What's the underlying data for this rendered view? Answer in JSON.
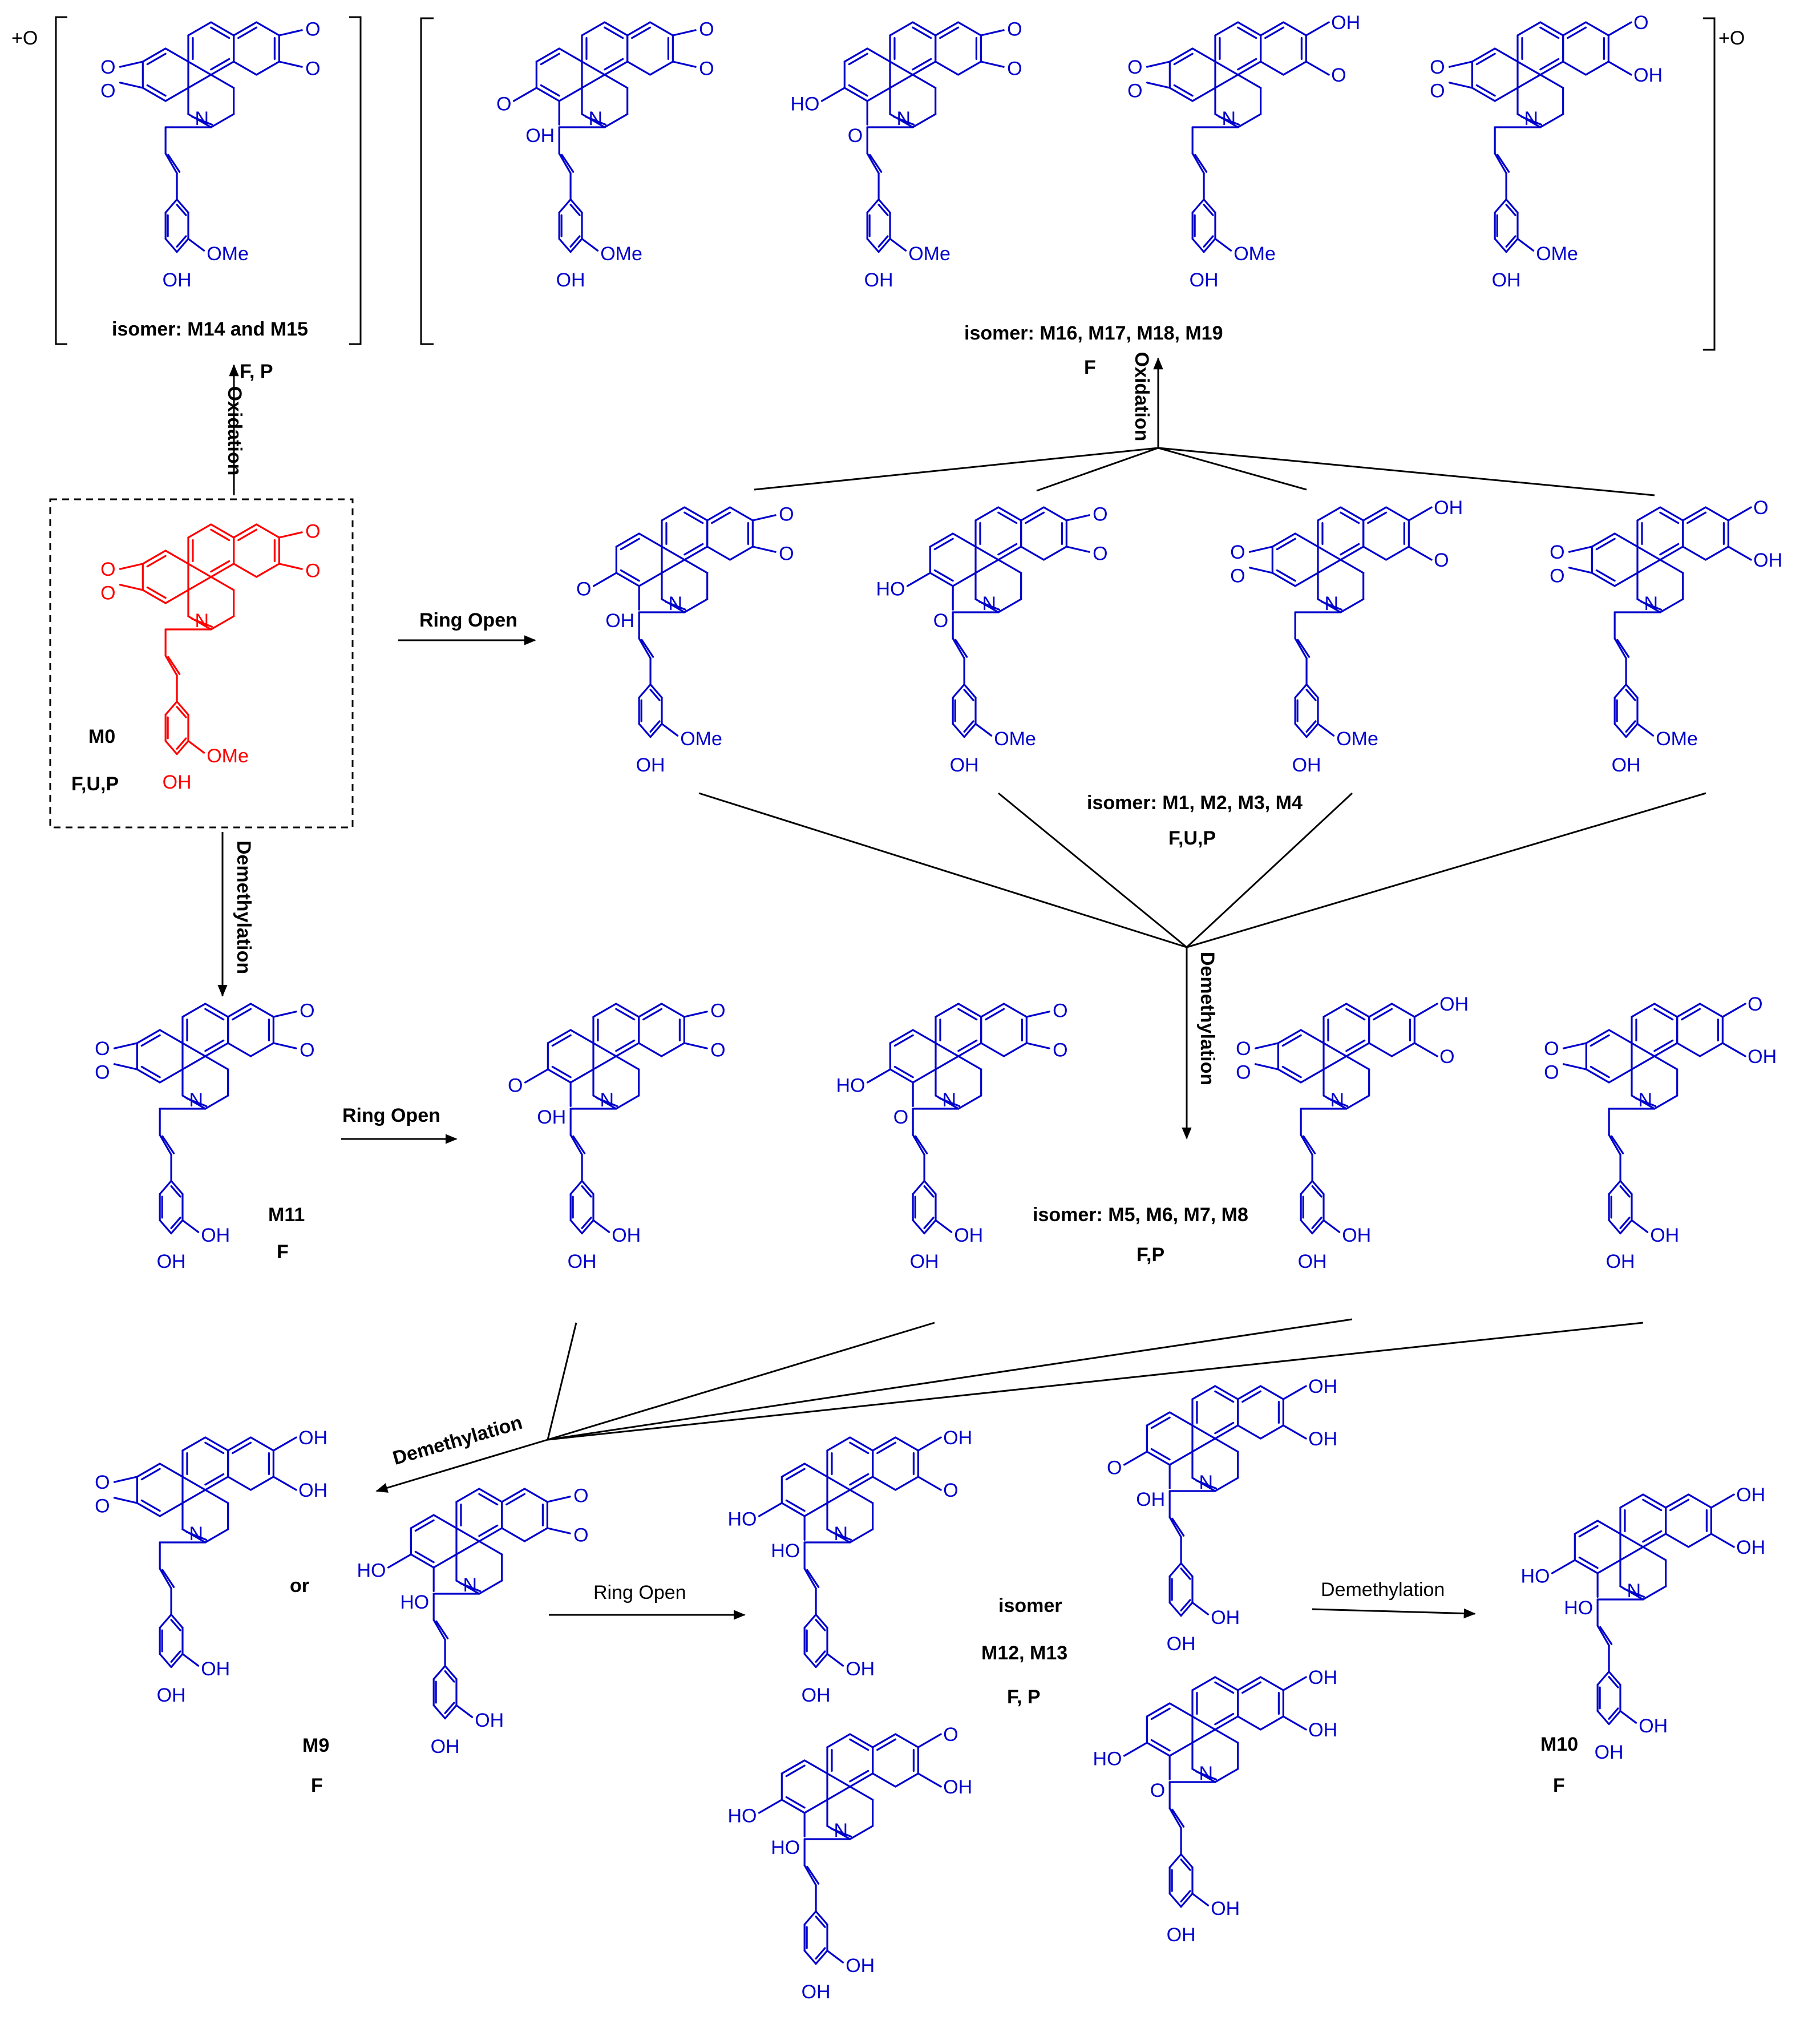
{
  "colors": {
    "parent": "#ff0000",
    "metabolite": "#0000cc",
    "text": "#000000"
  },
  "atoms": {
    "n": "N",
    "oh": "OH",
    "ho": "HO",
    "ome": "OMe"
  },
  "prefix": {
    "plus_o_left": "+O",
    "plus_o_right": "+O"
  },
  "reactions": {
    "oxidation_left": "Oxidation",
    "oxidation_right": "Oxidation",
    "ring_open_top": "Ring Open",
    "ring_open_middle": "Ring Open",
    "ring_open_bottom": "Ring Open",
    "demethylation_left": "Demethylation",
    "demethylation_center": "Demethylation",
    "demethylation_lower": "Demethylation",
    "demethylation_final": "Demethylation"
  },
  "labels": {
    "m0": "M0",
    "m0_matrix": "F,U,P",
    "m14_m15": "isomer: M14 and M15",
    "m14_m15_matrix": "F, P",
    "m16_m19": "isomer: M16, M17, M18, M19",
    "m16_m19_matrix": "F",
    "m1_m4": "isomer: M1, M2, M3, M4",
    "m1_m4_matrix": "F,U,P",
    "m11": "M11",
    "m11_matrix": "F",
    "m5_m8": "isomer: M5, M6, M7, M8",
    "m5_m8_matrix": "F,P",
    "or": "or",
    "m9": "M9",
    "m9_matrix": "F",
    "m12_m13_isomer": "isomer",
    "m12_m13": "M12, M13",
    "m12_m13_matrix": "F, P",
    "m10": "M10",
    "m10_matrix": "F"
  }
}
